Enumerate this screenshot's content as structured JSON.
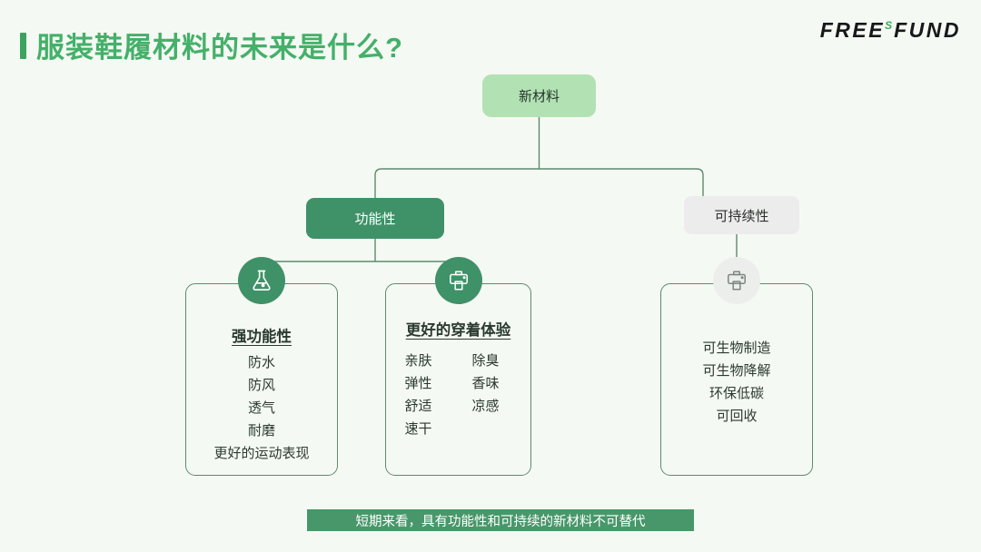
{
  "header": {
    "title": "服装鞋履材料的未来是什么?",
    "accent_color": "#44b06a",
    "logo": {
      "part1": "FREE",
      "sup": "S",
      "part2": "FUND"
    }
  },
  "diagram": {
    "root": {
      "label": "新材料",
      "bg": "#b2e2b4"
    },
    "branches": [
      {
        "label": "功能性",
        "bg": "#3f9168",
        "fg": "#ffffff"
      },
      {
        "label": "可持续性",
        "bg": "#ececec",
        "fg": "#2c2f2c"
      }
    ],
    "cards": [
      {
        "icon": "flask-icon",
        "icon_style": "green",
        "heading": "强功能性",
        "items": [
          "防水",
          "防风",
          "透气",
          "耐磨",
          "更好的运动表现"
        ]
      },
      {
        "icon": "garment-icon",
        "icon_style": "green",
        "heading": "更好的穿着体验",
        "col1": [
          "亲肤",
          "弹性",
          "舒适",
          "速干"
        ],
        "col2": [
          "除臭",
          "香味",
          "凉感"
        ]
      },
      {
        "icon": "garment-icon",
        "icon_style": "gray",
        "heading": "",
        "items": [
          "可生物制造",
          "可生物降解",
          "环保低碳",
          "可回收"
        ]
      }
    ],
    "line_color": "#5f8a6c"
  },
  "banner": {
    "text": "短期来看，具有功能性和可持续的新材料不可替代",
    "bg": "#47976a"
  }
}
